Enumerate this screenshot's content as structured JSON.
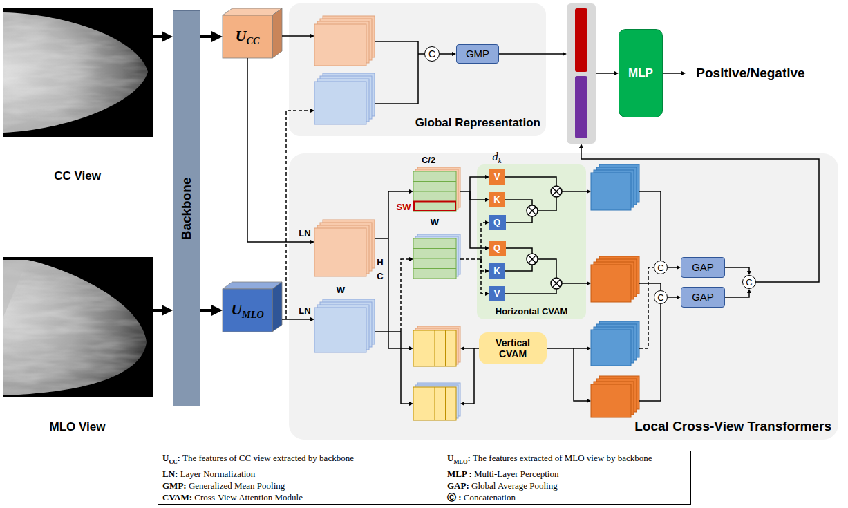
{
  "diagram": {
    "nodes": [
      {
        "text": [
          "Backbone"
        ]
      },
      {
        "text": [
          "UCC"
        ]
      },
      {
        "text": [
          "UMLO"
        ]
      },
      {
        "text": [
          "Global Representation"
        ]
      },
      {
        "text": [
          "C"
        ],
        "in": 3
      },
      {
        "text": [
          "GMP"
        ],
        "in": 3
      },
      {
        "text": [
          "MLP"
        ]
      },
      {
        "text": [
          "Local Cross-View Transformers"
        ]
      },
      {
        "text": [
          "Horizontal CVAM"
        ],
        "in": 7
      },
      {
        "text": [
          "V"
        ],
        "in": 8
      },
      {
        "text": [
          "K"
        ],
        "in": 8
      },
      {
        "text": [
          "Q"
        ],
        "in": 8
      },
      {
        "text": [
          "Q"
        ],
        "in": 8
      },
      {
        "text": [
          "K"
        ],
        "in": 8
      },
      {
        "text": [
          "V"
        ],
        "in": 8
      },
      {
        "text": [
          "Vertical CVAM"
        ],
        "in": 7
      },
      {
        "text": [
          "C"
        ],
        "in": 7
      },
      {
        "text": [
          "C"
        ],
        "in": 7
      },
      {
        "text": [
          "GAP"
        ],
        "in": 7
      },
      {
        "text": [
          "GAP"
        ],
        "in": 7
      },
      {
        "text": [
          "C"
        ],
        "in": 7
      },
      {
        "text": [
          "UCC: The features of CC view extracted by backbone",
          "UMLO: The features extracted of MLO view by backbone",
          "LN: Layer Normalization",
          "MLP : Multi-Layer Perception",
          "GMP: Generalized Mean Pooling",
          "GAP: Global Average Pooling",
          "CVAM: Cross-View Attention Module",
          "Ⓒ : Concatenation"
        ]
      }
    ],
    "edges": [
      {
        "from": 0,
        "to": 1,
        "arrow": "to"
      },
      {
        "from": 0,
        "to": 2,
        "arrow": "to"
      },
      {
        "from": 4,
        "to": 5,
        "arrow": "to"
      },
      {
        "from": 16,
        "to": 18,
        "arrow": "to"
      },
      {
        "from": 17,
        "to": 19,
        "arrow": "to"
      },
      {
        "from": 18,
        "to": 20,
        "arrow": "to"
      },
      {
        "from": 19,
        "to": 20,
        "arrow": "to"
      }
    ],
    "labels": [
      "CC View",
      "MLO View",
      "Positive/Negative",
      "LN",
      "H",
      "C",
      "W",
      "LN",
      "C/2",
      "SW",
      "W",
      "dk"
    ]
  }
}
